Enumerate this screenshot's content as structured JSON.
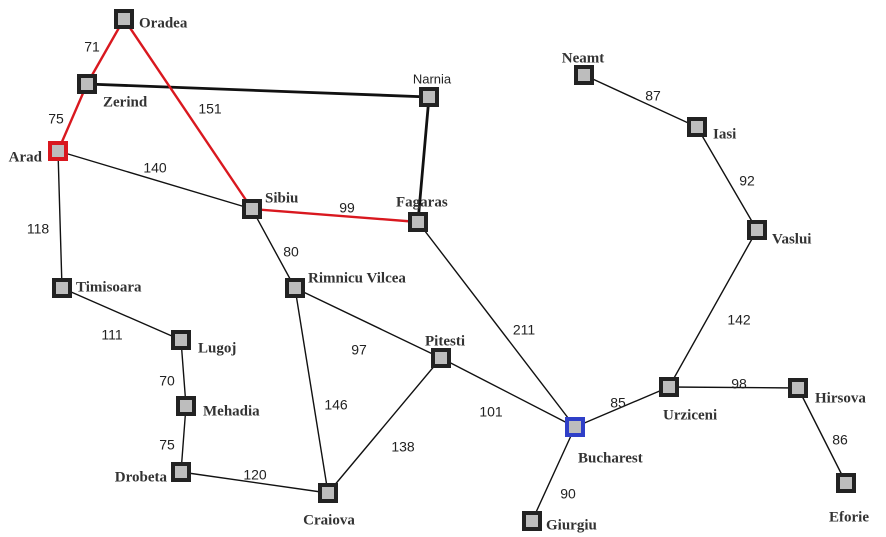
{
  "colors": {
    "edge": "#111111",
    "highlight": "#d9181f",
    "start_border": "#d9181f",
    "goal_border": "#2f3fc8",
    "node_fill": "#bdbdbd",
    "node_border": "#222222"
  },
  "start": "Arad",
  "goal": "Bucharest",
  "cities": [
    {
      "id": "oradea",
      "name": "Oradea"
    },
    {
      "id": "zerind",
      "name": "Zerind"
    },
    {
      "id": "arad",
      "name": "Arad"
    },
    {
      "id": "timisoara",
      "name": "Timisoara"
    },
    {
      "id": "lugoj",
      "name": "Lugoj"
    },
    {
      "id": "mehadia",
      "name": "Mehadia"
    },
    {
      "id": "drobeta",
      "name": "Drobeta"
    },
    {
      "id": "craiova",
      "name": "Craiova"
    },
    {
      "id": "sibiu",
      "name": "Sibiu"
    },
    {
      "id": "rimnicu",
      "name": "Rimnicu Vilcea"
    },
    {
      "id": "pitesti",
      "name": "Pitesti"
    },
    {
      "id": "fagaras",
      "name": "Fagaras"
    },
    {
      "id": "narnia",
      "name": "Narnia"
    },
    {
      "id": "bucharest",
      "name": "Bucharest"
    },
    {
      "id": "giurgiu",
      "name": "Giurgiu"
    },
    {
      "id": "urziceni",
      "name": "Urziceni"
    },
    {
      "id": "hirsova",
      "name": "Hirsova"
    },
    {
      "id": "eforie",
      "name": "Eforie"
    },
    {
      "id": "vaslui",
      "name": "Vaslui"
    },
    {
      "id": "iasi",
      "name": "Iasi"
    },
    {
      "id": "neamt",
      "name": "Neamt"
    }
  ],
  "roads": [
    {
      "from": "oradea",
      "to": "zerind",
      "distance": "71",
      "highlighted": true
    },
    {
      "from": "zerind",
      "to": "arad",
      "distance": "75",
      "highlighted": true
    },
    {
      "from": "oradea",
      "to": "sibiu",
      "distance": "151",
      "highlighted": true
    },
    {
      "from": "arad",
      "to": "sibiu",
      "distance": "140",
      "highlighted": false
    },
    {
      "from": "sibiu",
      "to": "fagaras",
      "distance": "99",
      "highlighted": true
    },
    {
      "from": "zerind",
      "to": "narnia",
      "distance": "",
      "highlighted": false,
      "bold": true
    },
    {
      "from": "narnia",
      "to": "fagaras",
      "distance": "",
      "highlighted": false,
      "bold": true
    },
    {
      "from": "arad",
      "to": "timisoara",
      "distance": "118",
      "highlighted": false
    },
    {
      "from": "timisoara",
      "to": "lugoj",
      "distance": "111",
      "highlighted": false
    },
    {
      "from": "lugoj",
      "to": "mehadia",
      "distance": "70",
      "highlighted": false
    },
    {
      "from": "mehadia",
      "to": "drobeta",
      "distance": "75",
      "highlighted": false
    },
    {
      "from": "drobeta",
      "to": "craiova",
      "distance": "120",
      "highlighted": false
    },
    {
      "from": "sibiu",
      "to": "rimnicu",
      "distance": "80",
      "highlighted": false
    },
    {
      "from": "rimnicu",
      "to": "craiova",
      "distance": "146",
      "highlighted": false
    },
    {
      "from": "rimnicu",
      "to": "pitesti",
      "distance": "97",
      "highlighted": false
    },
    {
      "from": "craiova",
      "to": "pitesti",
      "distance": "138",
      "highlighted": false
    },
    {
      "from": "pitesti",
      "to": "bucharest",
      "distance": "101",
      "highlighted": false
    },
    {
      "from": "fagaras",
      "to": "bucharest",
      "distance": "211",
      "highlighted": false
    },
    {
      "from": "bucharest",
      "to": "giurgiu",
      "distance": "90",
      "highlighted": false
    },
    {
      "from": "bucharest",
      "to": "urziceni",
      "distance": "85",
      "highlighted": false
    },
    {
      "from": "urziceni",
      "to": "hirsova",
      "distance": "98",
      "highlighted": false
    },
    {
      "from": "hirsova",
      "to": "eforie",
      "distance": "86",
      "highlighted": false
    },
    {
      "from": "urziceni",
      "to": "vaslui",
      "distance": "142",
      "highlighted": false
    },
    {
      "from": "vaslui",
      "to": "iasi",
      "distance": "92",
      "highlighted": false
    },
    {
      "from": "iasi",
      "to": "neamt",
      "distance": "87",
      "highlighted": false
    }
  ]
}
